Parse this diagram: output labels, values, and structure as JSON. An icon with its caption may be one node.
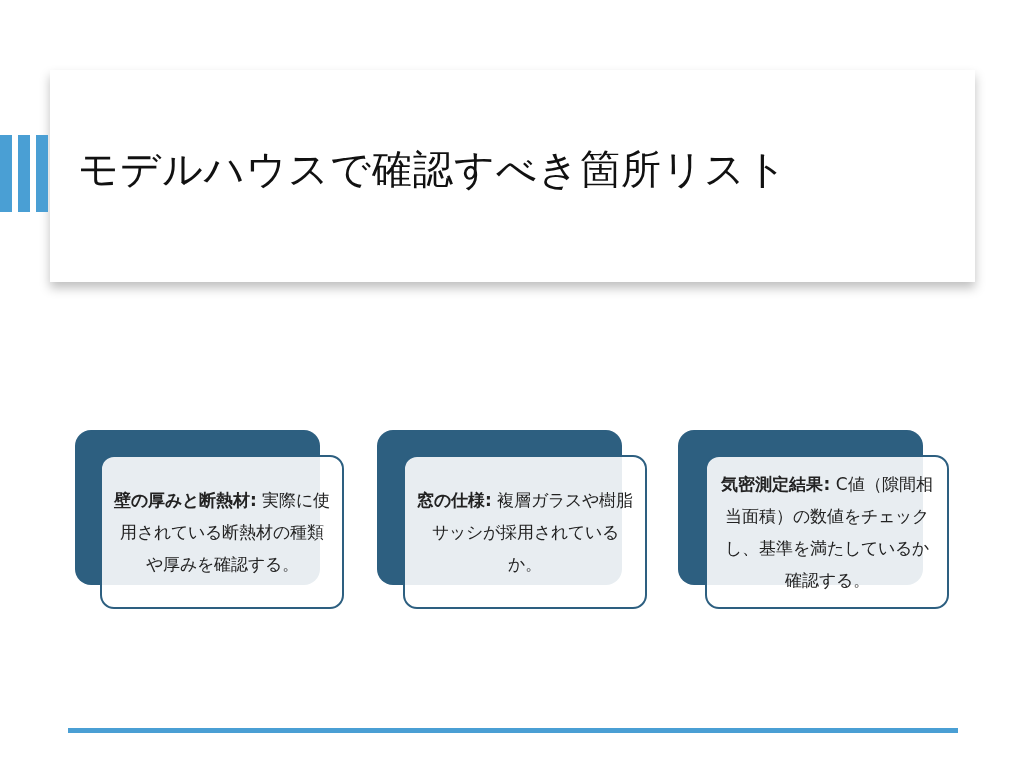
{
  "diagram": {
    "title": "モデルハウスで確認すべき箇所リスト",
    "nodes": [
      {
        "text": [
          "**壁の厚みと断熱材:** 実際に使用されている断熱材の種類や厚みを確認する。"
        ]
      },
      {
        "text": [
          "**窓の仕様:** 複層ガラスや樹脂サッシが採用されているか。"
        ]
      },
      {
        "text": [
          "**気密測定結果:** C値（隙間相当面積）の数値をチェックし、基準を満たしているか確認する。"
        ]
      }
    ],
    "edges": []
  }
}
